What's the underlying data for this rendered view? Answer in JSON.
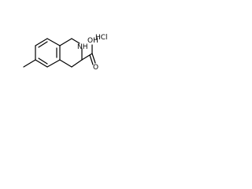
{
  "molecule": {
    "labels": {
      "nh": "NH",
      "hcl": "HCl",
      "o_carbonyl": "O",
      "oh": "OH"
    },
    "colors": {
      "bond": "#000000",
      "text": "#000000",
      "background": "#ffffff"
    }
  }
}
